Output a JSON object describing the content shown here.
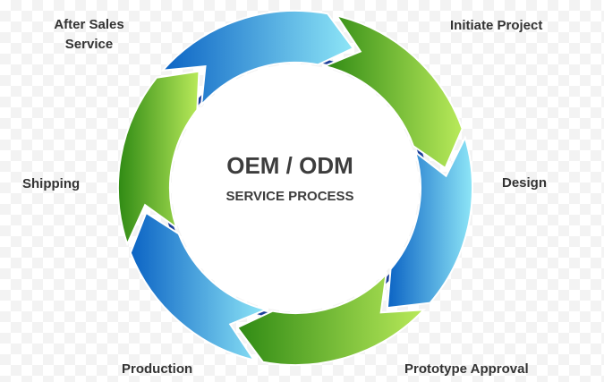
{
  "diagram": {
    "center": {
      "title": "OEM / ODM",
      "subtitle": "SERVICE PROCESS"
    },
    "steps": {
      "after_sales": {
        "line1": "After Sales",
        "line2": "Service"
      },
      "initiate": "Initiate Project",
      "design": "Design",
      "prototype": "Prototype Approval",
      "production": "Production",
      "shipping": "Shipping"
    },
    "colors": {
      "blue_dark": "#0b63c4",
      "blue_light": "#8ee6f7",
      "green_dark": "#2f8a14",
      "green_light": "#b9ea5a",
      "inner_ring": "#1c3f9a"
    }
  }
}
